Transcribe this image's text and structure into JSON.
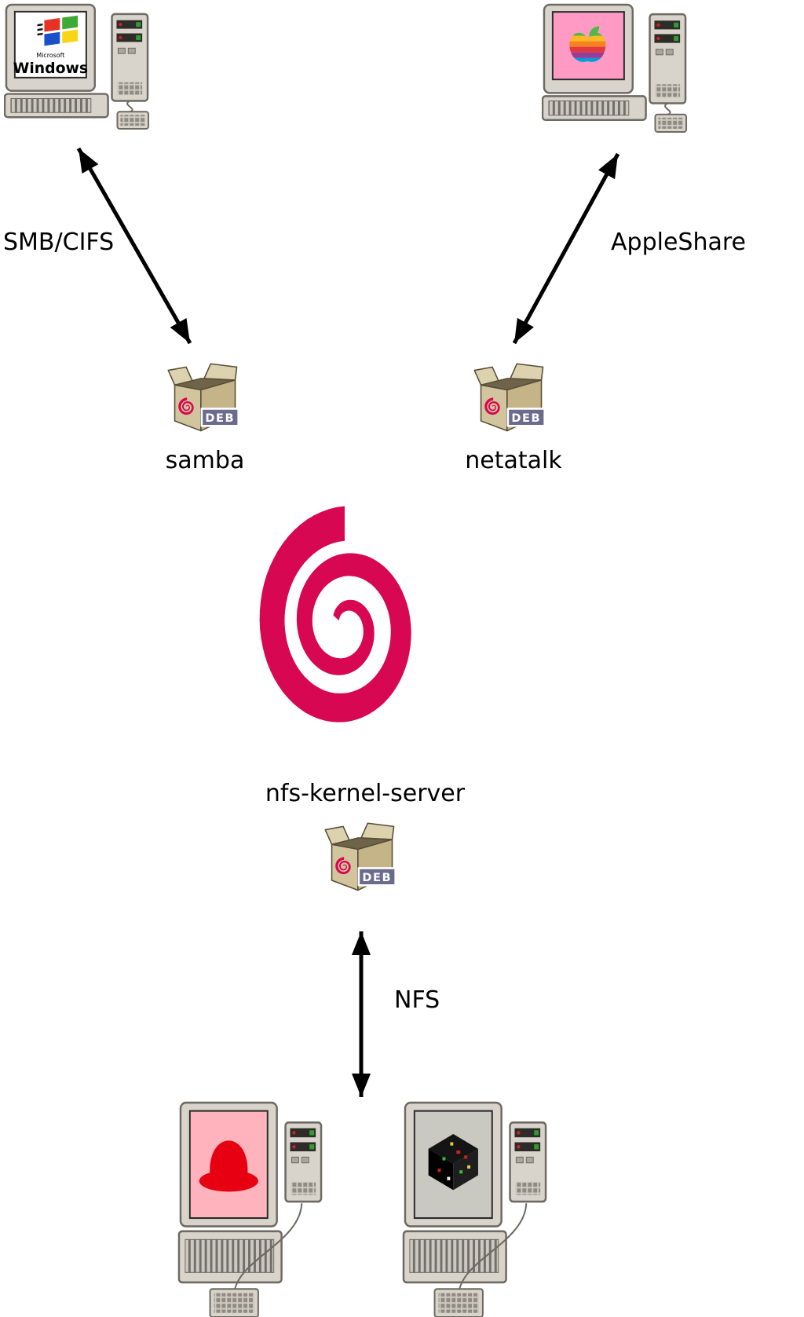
{
  "labels": {
    "smb_cifs": "SMB/CIFS",
    "appleshare": "AppleShare",
    "samba": "samba",
    "netatalk": "netatalk",
    "nfs_kernel_server": "nfs-kernel-server",
    "nfs": "NFS"
  },
  "windows_client": {
    "brand_top": "Microsoft",
    "brand": "Windows"
  },
  "package_badge": "DEB",
  "icons": {
    "windows_client": "computer-with-windows-logo",
    "mac_client": "computer-with-rainbow-apple-logo",
    "samba_package": "debian-deb-package",
    "netatalk_package": "debian-deb-package",
    "nfs_package": "debian-deb-package",
    "debian_logo": "debian-swirl",
    "redhat_client": "computer-with-red-hat-logo",
    "dark_cube_client": "computer-with-dark-cube-logo"
  },
  "colors": {
    "debian-red": "#d70751",
    "arrow-black": "#000000",
    "badge-blue": "#6b6b8d",
    "box-tan": "#d2c49c",
    "box-tan-dark": "#c4b488",
    "box-tan-light": "#ddd2ae",
    "box-interior": "#6f6449",
    "box-outline": "#574e38",
    "bezel-gray": "#d8d4cc",
    "bezel-border": "#6e6a62",
    "screen-white": "#ffffff",
    "screen-pink": "#ff9ac4",
    "screen-rose": "#ffb3bd",
    "screen-gray": "#c9c9c1",
    "hat-red": "#e60012",
    "win-red": "#e53224",
    "win-green": "#3eaa36",
    "win-blue": "#1b51c8",
    "win-yellow": "#f8d515",
    "apple-green": "#4fb848",
    "apple-yellow": "#fdb827",
    "apple-orange": "#f5821f",
    "apple-red": "#e03a3e",
    "apple-purple": "#963d97",
    "apple-blue": "#009ddc"
  }
}
